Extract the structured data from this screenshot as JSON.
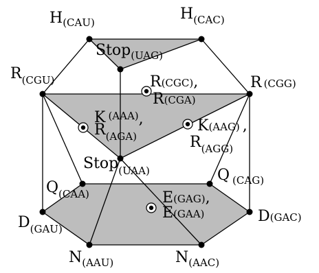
{
  "vertices": {
    "h_cau": {
      "letter": "H",
      "codon": "(CAU)"
    },
    "h_cac": {
      "letter": "H",
      "codon": "(CAC)"
    },
    "stop_uag": {
      "letter": "Stop",
      "codon": "(UAG)"
    },
    "r_cgu": {
      "letter": "R",
      "codon": "(CGU)"
    },
    "r_cgg": {
      "letter": "R",
      "codon": "(CGG)"
    },
    "stop_uaa": {
      "letter": "Stop",
      "codon": "(UAA)"
    },
    "q_caa": {
      "letter": "Q",
      "codon": "(CAA)"
    },
    "q_cag": {
      "letter": "Q",
      "codon": "(CAG)"
    },
    "d_gau": {
      "letter": "D",
      "codon": "(GAU)"
    },
    "d_gac": {
      "letter": "D",
      "codon": "(GAC)"
    },
    "n_aau": {
      "letter": "N",
      "codon": "(AAU)"
    },
    "n_aac": {
      "letter": "N",
      "codon": "(AAC)"
    }
  },
  "face_points": {
    "rcgc_rcga": {
      "line1_letter": "R",
      "line1_codon": "(CGC)",
      "line1_sep": ",",
      "line2_letter": "R",
      "line2_codon": "(CGA)"
    },
    "kaaa_raga": {
      "line1_letter": "K",
      "line1_codon": "(AAA)",
      "line1_sep": ",",
      "line2_letter": "R",
      "line2_codon": "(AGA)"
    },
    "kaag_ragg": {
      "line1_letter": "K",
      "line1_codon": "(AAG)",
      "line1_sep": ",",
      "line2_letter": "R",
      "line2_codon": "(AGG)"
    },
    "egag_egaa": {
      "line1_letter": "E",
      "line1_codon": "(GAG)",
      "line1_sep": ",",
      "line2_letter": "E",
      "line2_codon": "(GAA)"
    }
  }
}
